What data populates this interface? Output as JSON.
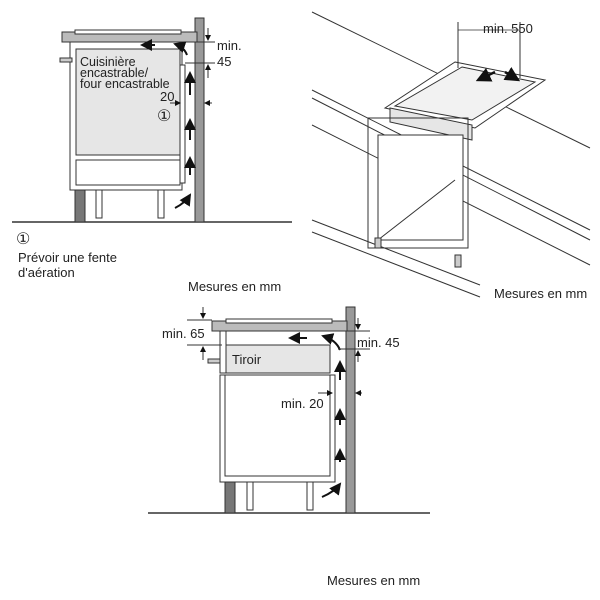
{
  "diagram1": {
    "appliance_label_1": "Cuisinière",
    "appliance_label_2": "encastrable/",
    "appliance_label_3": "four encastrable",
    "gap_top_label_1": "min.",
    "gap_top_label_2": "45",
    "gap_side_label": "20",
    "marker": "①",
    "legend_marker": "①",
    "legend_text_1": "Prévoir une fente",
    "legend_text_2": "d'aération",
    "units": "Mesures en mm"
  },
  "diagram2": {
    "cutout_label": "min. 550",
    "units": "Mesures en mm"
  },
  "diagram3": {
    "drawer_label": "Tiroir",
    "gap_front_label": "min. 65",
    "gap_top_label": "min. 45",
    "gap_side_label": "min. 20",
    "units": "Mesures en mm"
  },
  "colors": {
    "line": "#333333",
    "fill": "#e6e6e6",
    "wall": "#999999",
    "plinth": "#777777"
  }
}
